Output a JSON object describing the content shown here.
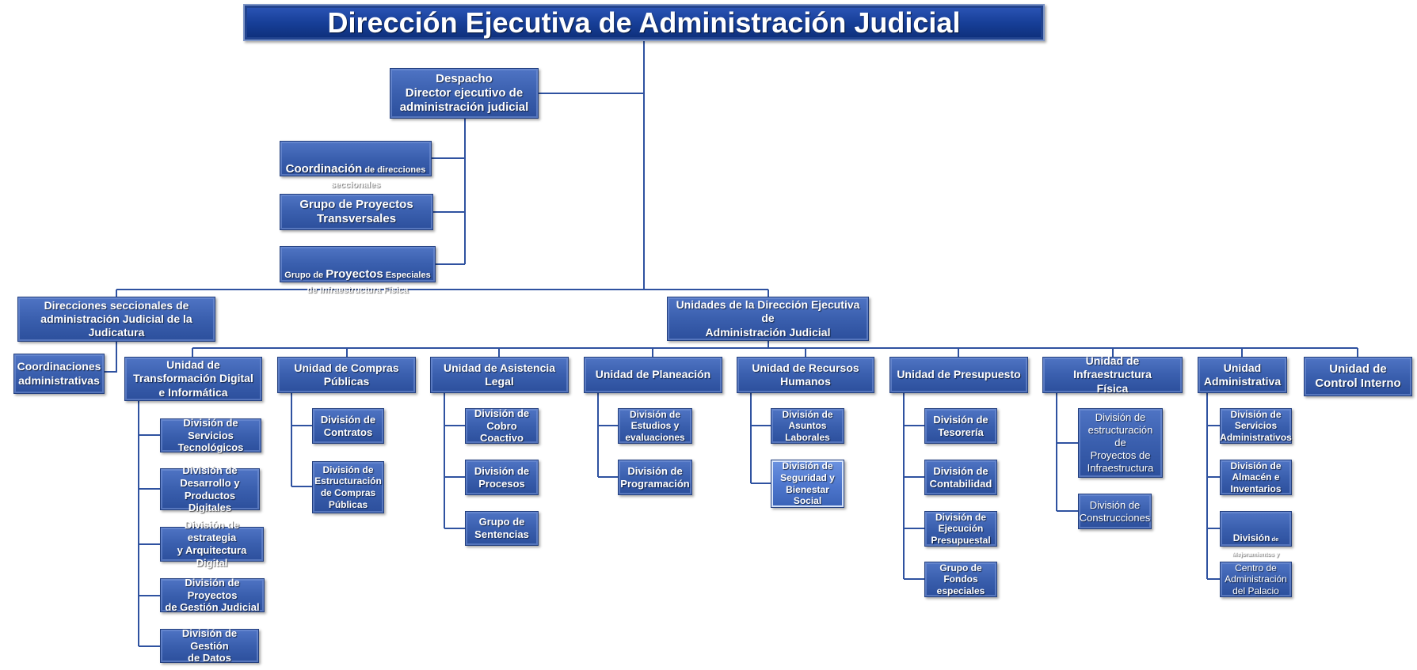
{
  "title": "Dirección Ejecutiva de Administración Judicial",
  "despacho": "Despacho\nDirector ejecutivo de\nadministración judicial",
  "staff": {
    "coordinacion": {
      "strong": "Coordinación",
      "rest": " de direcciones seccionales"
    },
    "grupo_transversales": "Grupo de Proyectos\nTransversales",
    "grupo_especiales": {
      "pre": "Grupo de ",
      "strong": "Proyectos",
      "rest": " Especiales de Infraestructura Física"
    }
  },
  "seccionales": "Direcciones seccionales de\nadministración Judicial de la\nJudicatura",
  "coordinaciones": "Coordinaciones\nadministrativas",
  "unidades_header": "Unidades de la Dirección Ejecutiva de\nAdministración Judicial",
  "units": {
    "transformacion": {
      "label": "Unidad de\nTransformación Digital\ne Informática",
      "children": [
        "División de Servicios\nTecnológicos",
        "División de\nDesarrollo y\nProductos Digitales",
        "División de estrategia\ny Arquitectura Digital",
        "División de Proyectos\nde Gestión Judicial",
        "División de Gestión\nde Datos"
      ]
    },
    "compras": {
      "label": "Unidad de Compras\nPúblicas",
      "children": [
        "División de\nContratos",
        "División de\nEstructuración\nde Compras\nPúblicas"
      ]
    },
    "asistencia": {
      "label": "Unidad de Asistencia\nLegal",
      "children": [
        "División de\nCobro Coactivo",
        "División de\nProcesos",
        "Grupo de\nSentencias"
      ]
    },
    "planeacion": {
      "label": "Unidad de Planeación",
      "children": [
        "División de\nEstudios y\nevaluaciones",
        "División de\nProgramación"
      ]
    },
    "recursos": {
      "label": "Unidad de Recursos\nHumanos",
      "children": [
        "División de\nAsuntos\nLaborales",
        "División de\nSeguridad y\nBienestar\nSocial"
      ]
    },
    "presupuesto": {
      "label": "Unidad de Presupuesto",
      "children": [
        "División de\nTesorería",
        "División de\nContabilidad",
        "División de\nEjecución\nPresupuestal",
        "Grupo de\nFondos\nespeciales"
      ]
    },
    "infraestructura": {
      "label": "Unidad de Infraestructura\nFísica",
      "children": [
        "División de\nestructuración de\nProyectos de\nInfraestructura",
        "División de\nConstrucciones"
      ]
    },
    "administrativa": {
      "label": "Unidad\nAdministrativa",
      "children": [
        "División de\nServicios\nAdministrativos",
        "División de\nAlmacén e\nInventarios"
      ],
      "mejoramientos": {
        "strong": "División",
        "rest": " de Mejoramientos y Mantenimiento de Infraestructura"
      },
      "palacio": "Centro de\nAdministración\ndel Palacio"
    },
    "control": {
      "label": "Unidad de\nControl Interno"
    }
  },
  "colors": {
    "box": "#3a5fae",
    "title_bg": "#173f98",
    "connector": "#2f52a0"
  }
}
